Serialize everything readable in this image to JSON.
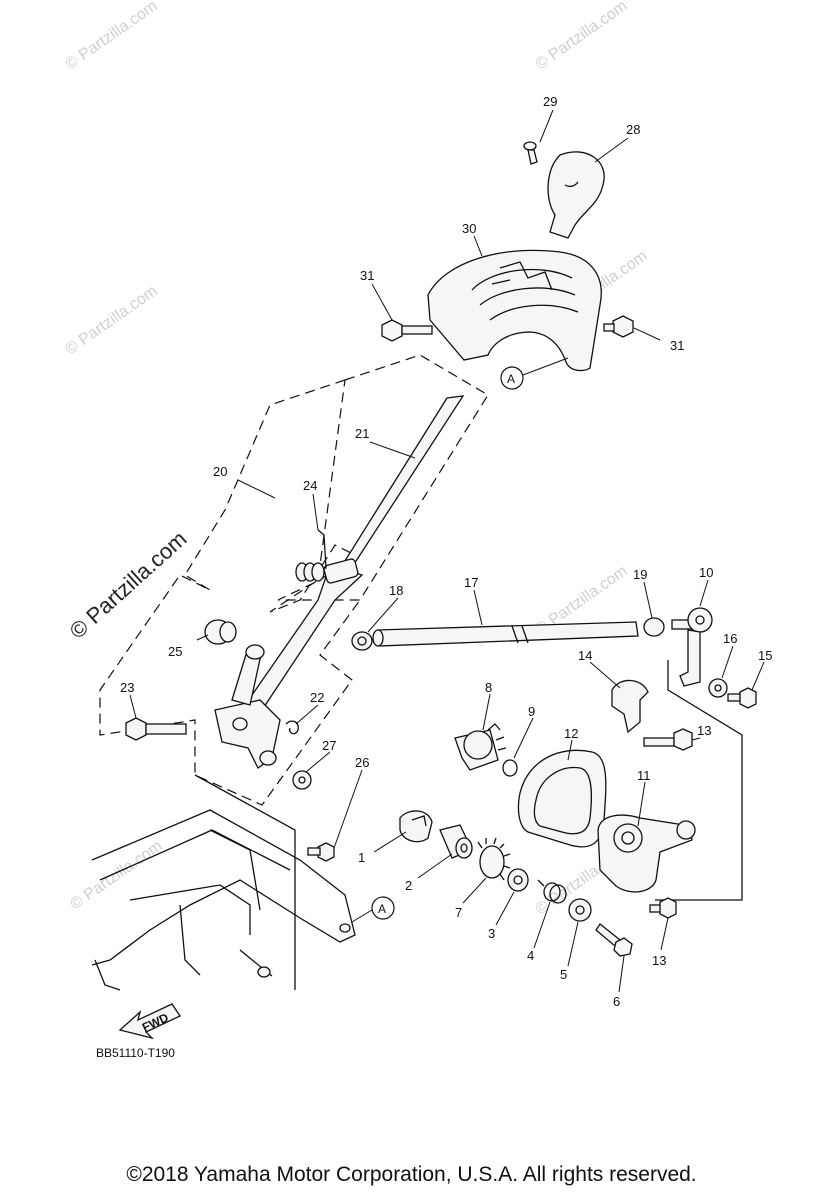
{
  "diagram_code": "BB51110-T190",
  "copyright": "©2018 Yamaha Motor Corporation, U.S.A. All rights reserved.",
  "watermark": "© Partzilla.com",
  "ref_label": "A",
  "fwd_label": "FWD",
  "callouts": [
    "1",
    "2",
    "3",
    "4",
    "5",
    "6",
    "7",
    "8",
    "9",
    "10",
    "11",
    "12",
    "13",
    "13",
    "14",
    "15",
    "16",
    "17",
    "18",
    "19",
    "20",
    "21",
    "22",
    "23",
    "24",
    "25",
    "26",
    "27",
    "28",
    "29",
    "30",
    "31",
    "31"
  ]
}
